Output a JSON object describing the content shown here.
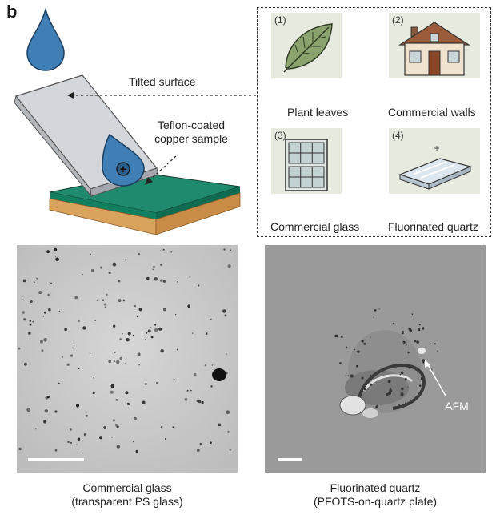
{
  "panel": {
    "label": "b"
  },
  "schematic": {
    "tilted_surface_label": "Tilted surface",
    "sample_label_line1": "Teflon-coated",
    "sample_label_line2": "copper sample",
    "charge_symbol": "+"
  },
  "inset": {
    "items": [
      {
        "number": "(1)",
        "label": "Plant leaves",
        "icon": "leaf-icon"
      },
      {
        "number": "(2)",
        "label": "Commercial walls",
        "icon": "house-icon"
      },
      {
        "number": "(3)",
        "label": "Commercial glass",
        "icon": "window-icon"
      },
      {
        "number": "(4)",
        "label": "Fluorinated quartz",
        "icon": "quartz-plate-icon"
      }
    ]
  },
  "micrographs": {
    "left": {
      "caption_line1": "Commercial glass",
      "caption_line2": "(transparent PS glass)"
    },
    "right": {
      "caption_line1": "Fluorinated quartz",
      "caption_line2": "(PFOTS-on-quartz plate)",
      "annotation": "AFM"
    }
  },
  "colors": {
    "drop": "#3f7fb5",
    "board_top": "#1f8a6d",
    "copper": "#d9a25d",
    "card_bg": "#e7ebdf"
  }
}
